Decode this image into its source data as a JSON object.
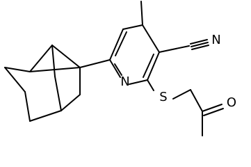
{
  "structure": {
    "atoms": {
      "N": "N",
      "N_nitrile": "N",
      "S": "S",
      "O": "O"
    },
    "colors": {
      "bond": "#000000",
      "background": "#ffffff"
    }
  }
}
